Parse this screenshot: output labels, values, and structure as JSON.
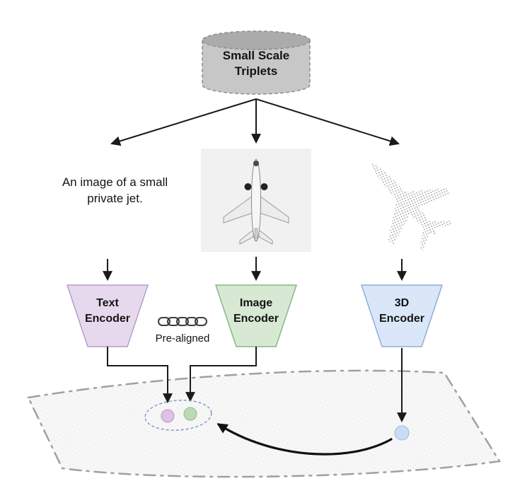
{
  "database": {
    "label": "Small Scale\nTriplets"
  },
  "inputs": {
    "text_caption": "An image of a small\nprivate jet.",
    "image_icon": "airplane-top-view-image",
    "pointcloud_icon": "airplane-point-cloud"
  },
  "encoders": {
    "text": {
      "label": "Text\nEncoder"
    },
    "image": {
      "label": "Image\nEncoder"
    },
    "shape": {
      "label": "3D\nEncoder"
    }
  },
  "alignment": {
    "prealigned_label": "Pre-aligned",
    "chain_icon": "chain-icon"
  },
  "colors": {
    "arrow": "#1a1a1a",
    "cylinder_body": "#c7c7c7",
    "cylinder_top": "#ababab",
    "text_encoder_fill": "#e6d9ee",
    "text_encoder_stroke": "#b79cc6",
    "image_encoder_fill": "#d7e9d3",
    "image_encoder_stroke": "#88b886",
    "shape_encoder_fill": "#d9e7f8",
    "shape_encoder_stroke": "#90aed6",
    "text_point_fill": "#ddc3e3",
    "image_point_fill": "#bcd9b6",
    "shape_point_fill": "#c9ddf5",
    "manifold_stroke": "#a0a0a0",
    "alignment_ellipse_stroke": "#7a93c0"
  }
}
